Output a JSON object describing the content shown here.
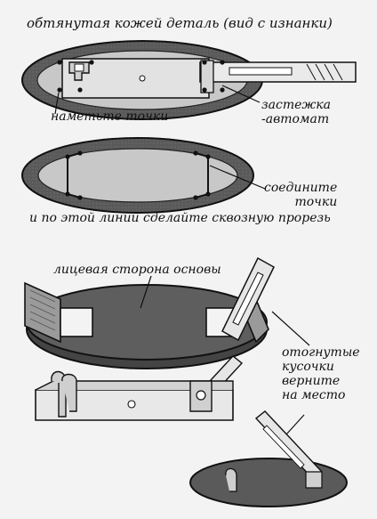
{
  "labels": {
    "title": "обтянутая кожей деталь (вид с изнанки)",
    "mark_points": "наметьте точки",
    "clasp_line1": "застежка",
    "clasp_line2": "-автомат",
    "connect_line1": "соедините",
    "connect_line2": "точки",
    "cut_line": "и по этой линии сделайте сквозную прорезь",
    "face_side": "лицевая сторона основы",
    "bent_line1": "отогнутые",
    "bent_line2": "кусочки",
    "bent_line3": "верните",
    "bent_line4": "на место"
  },
  "colors": {
    "dark_fill": "#555555",
    "light_fill": "#c9c9c9",
    "outline": "#111111",
    "paper": "#f3f3f3"
  }
}
